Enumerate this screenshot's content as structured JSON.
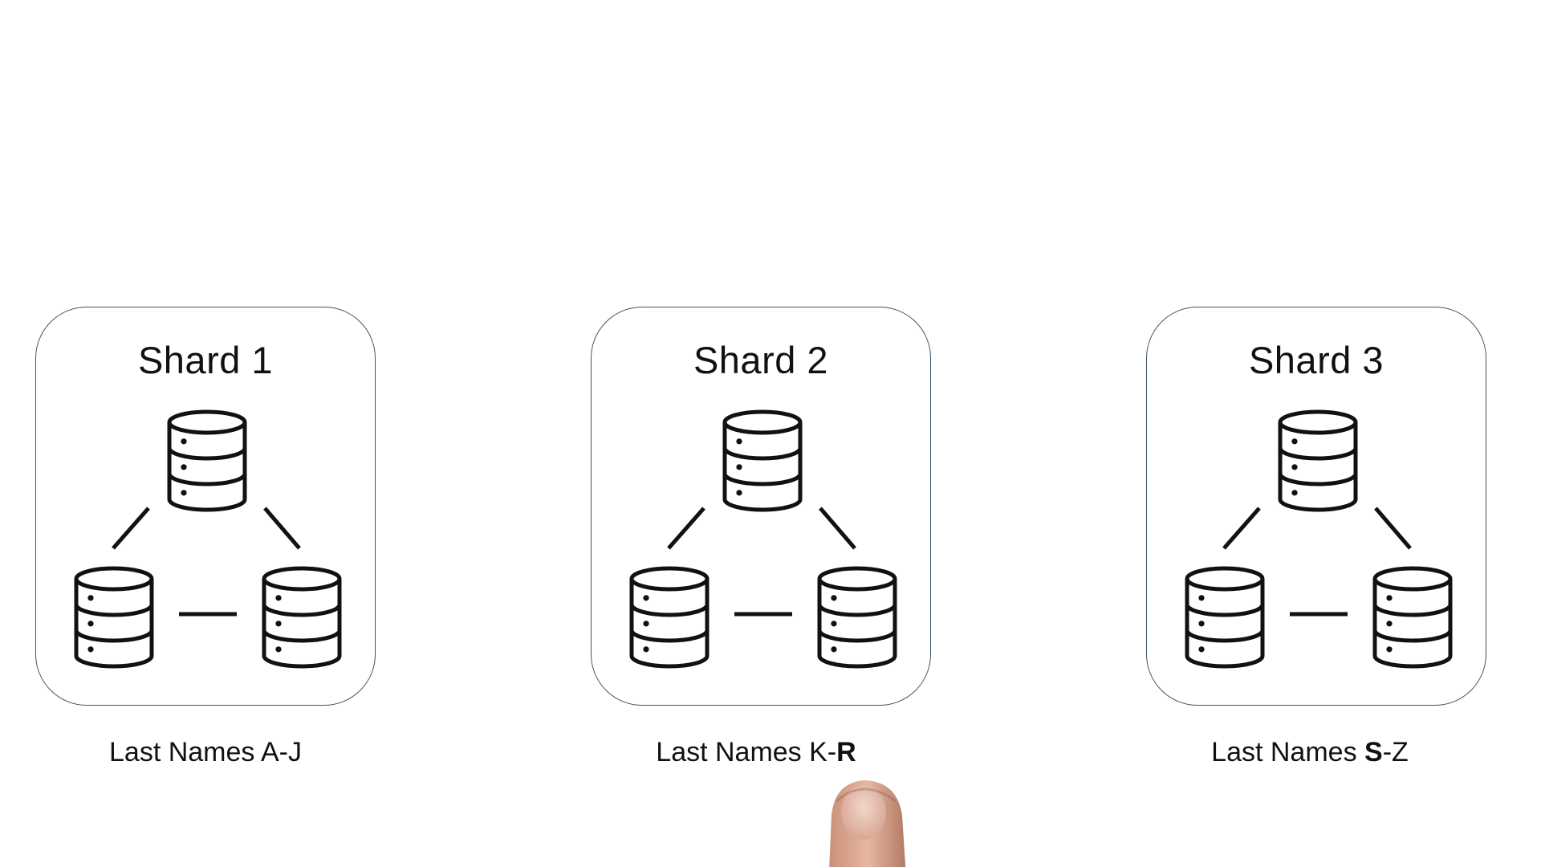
{
  "shards": [
    {
      "title": "Shard 1",
      "caption_prefix": "Last Names ",
      "caption_start": "A",
      "caption_sep": "-",
      "caption_end": "J",
      "bold_start": false,
      "bold_end": false
    },
    {
      "title": "Shard 2",
      "caption_prefix": "Last Names ",
      "caption_start": "K",
      "caption_sep": "-",
      "caption_end": "R",
      "bold_start": false,
      "bold_end": true
    },
    {
      "title": "Shard 3",
      "caption_prefix": "Last Names ",
      "caption_start": "S",
      "caption_sep": "-",
      "caption_end": "Z",
      "bold_start": true,
      "bold_end": false
    }
  ],
  "colors": {
    "box_border": "#3f5566",
    "icon_stroke": "#111111",
    "text": "#111111"
  },
  "icons": {
    "database": "database-icon",
    "pointer": "pointing-finger"
  }
}
